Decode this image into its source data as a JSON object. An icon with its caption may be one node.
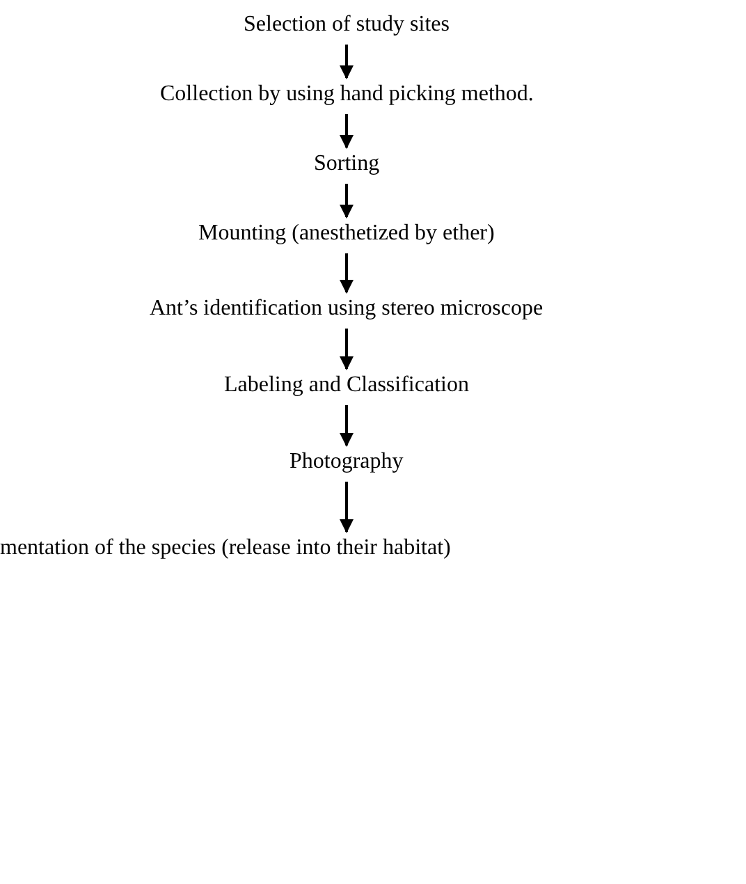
{
  "diagram": {
    "nodes": [
      {
        "text": [
          "Selection of study sites"
        ]
      },
      {
        "text": [
          "Collection by using hand picking method."
        ]
      },
      {
        "text": [
          "Sorting"
        ]
      },
      {
        "text": [
          "Mounting (anesthetized by ether)"
        ]
      },
      {
        "text": [
          "Ant’s identification using stereo microscope"
        ]
      },
      {
        "text": [
          "Labeling and Classification"
        ]
      },
      {
        "text": [
          "Photography"
        ]
      },
      {
        "text": [
          "mentation of the species (release into their habitat)"
        ]
      }
    ],
    "edges": [
      {
        "from": 0,
        "to": 1,
        "arrow": "to"
      },
      {
        "from": 1,
        "to": 2,
        "arrow": "to"
      },
      {
        "from": 2,
        "to": 3,
        "arrow": "to"
      },
      {
        "from": 3,
        "to": 4,
        "arrow": "to"
      },
      {
        "from": 4,
        "to": 5,
        "arrow": "to"
      },
      {
        "from": 5,
        "to": 6,
        "arrow": "to"
      },
      {
        "from": 6,
        "to": 7,
        "arrow": "to"
      }
    ]
  }
}
